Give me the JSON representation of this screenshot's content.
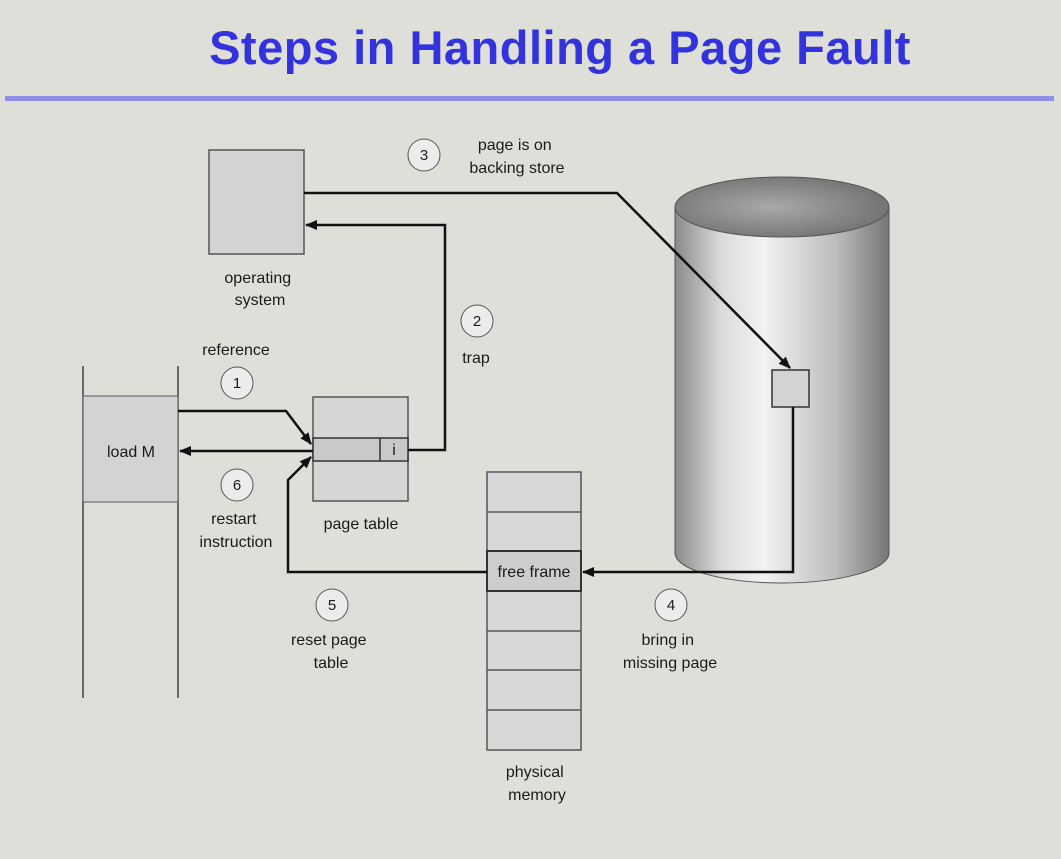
{
  "slide": {
    "title": "Steps in Handling a Page Fault"
  },
  "diagram": {
    "operating_system": [
      "operating",
      "system"
    ],
    "instruction": "load M",
    "page_table_label": "page table",
    "page_table_bit": "i",
    "free_frame": "free frame",
    "physical_memory": [
      "physical",
      "memory"
    ],
    "steps": [
      {
        "num": "1",
        "lines": [
          "reference"
        ]
      },
      {
        "num": "2",
        "lines": [
          "trap"
        ]
      },
      {
        "num": "3",
        "lines": [
          "page is on",
          "backing store"
        ]
      },
      {
        "num": "4",
        "lines": [
          "bring in",
          "missing page"
        ]
      },
      {
        "num": "5",
        "lines": [
          "reset page",
          "table"
        ]
      },
      {
        "num": "6",
        "lines": [
          "restart",
          "instruction"
        ]
      }
    ]
  }
}
